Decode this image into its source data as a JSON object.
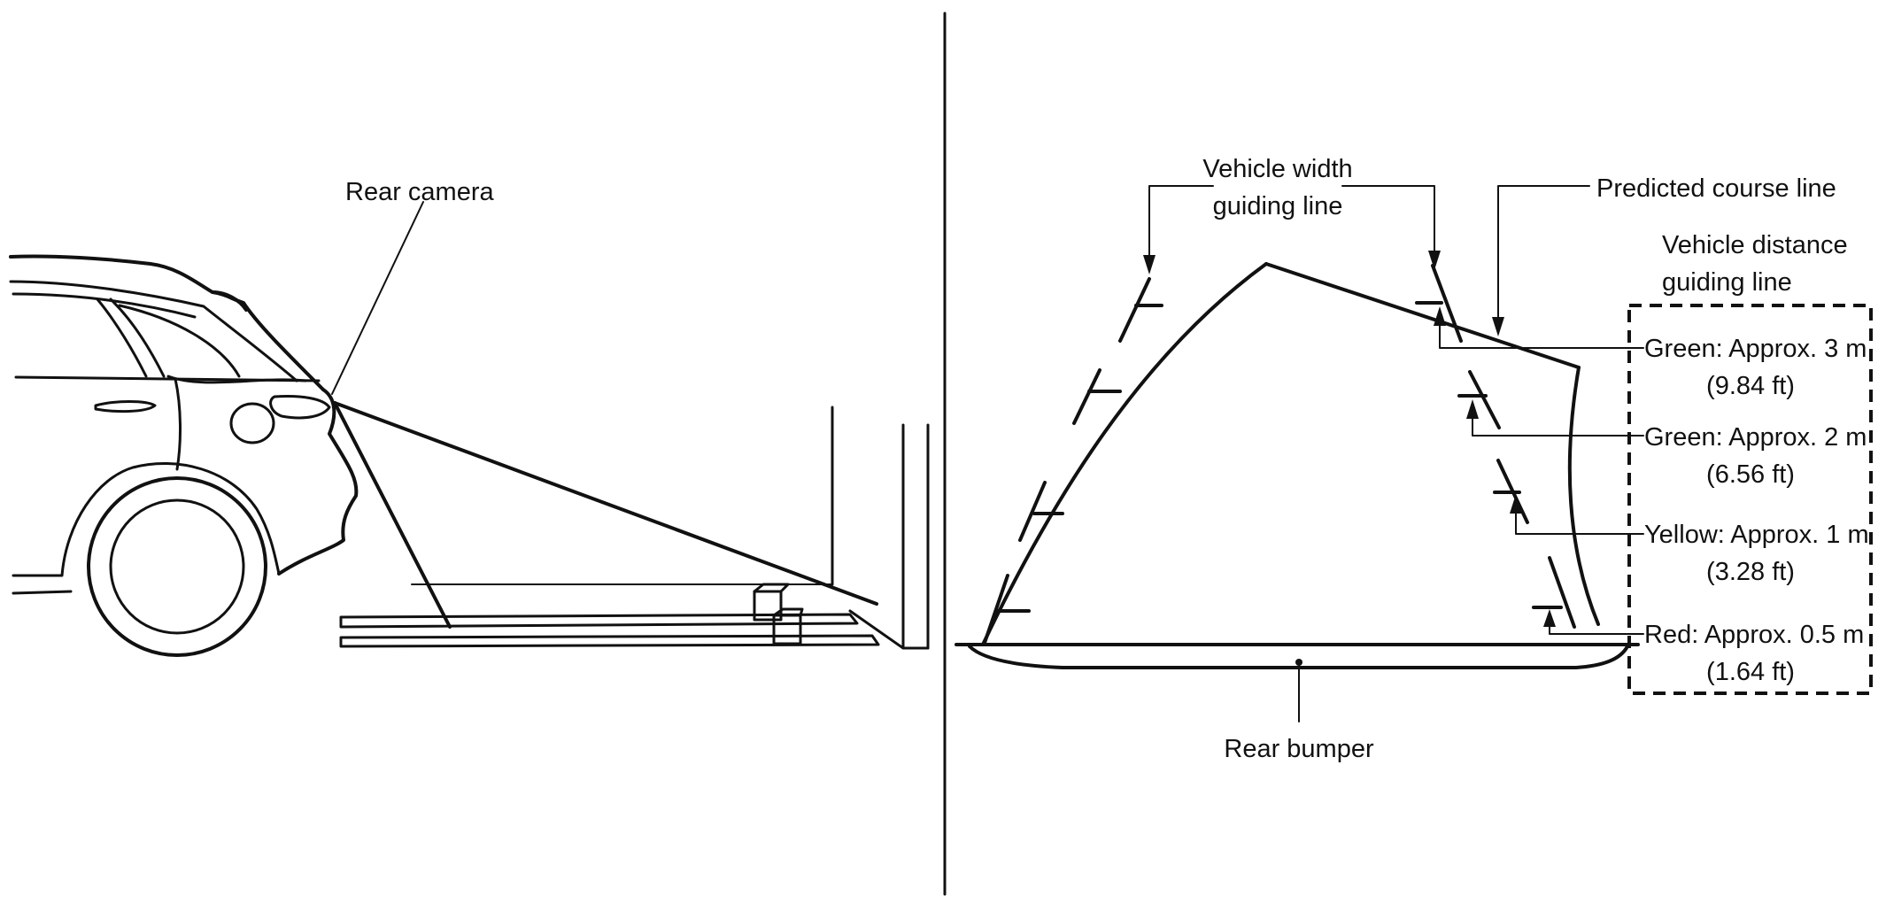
{
  "labels": {
    "rear_camera": "Rear camera",
    "vehicle_width_line1": "Vehicle width",
    "vehicle_width_line2": "guiding line",
    "predicted_course": "Predicted course line",
    "vehicle_distance_line1": "Vehicle distance",
    "vehicle_distance_line2": "guiding line",
    "rear_bumper": "Rear bumper"
  },
  "distance_markers": [
    {
      "color_label": "Green: Approx. 3 m",
      "imperial": "(9.84 ft)"
    },
    {
      "color_label": "Green: Approx. 2 m",
      "imperial": "(6.56 ft)"
    },
    {
      "color_label": "Yellow: Approx. 1 m",
      "imperial": "(3.28 ft)"
    },
    {
      "color_label": "Red: Approx. 0.5 m",
      "imperial": "(1.64 ft)"
    }
  ]
}
